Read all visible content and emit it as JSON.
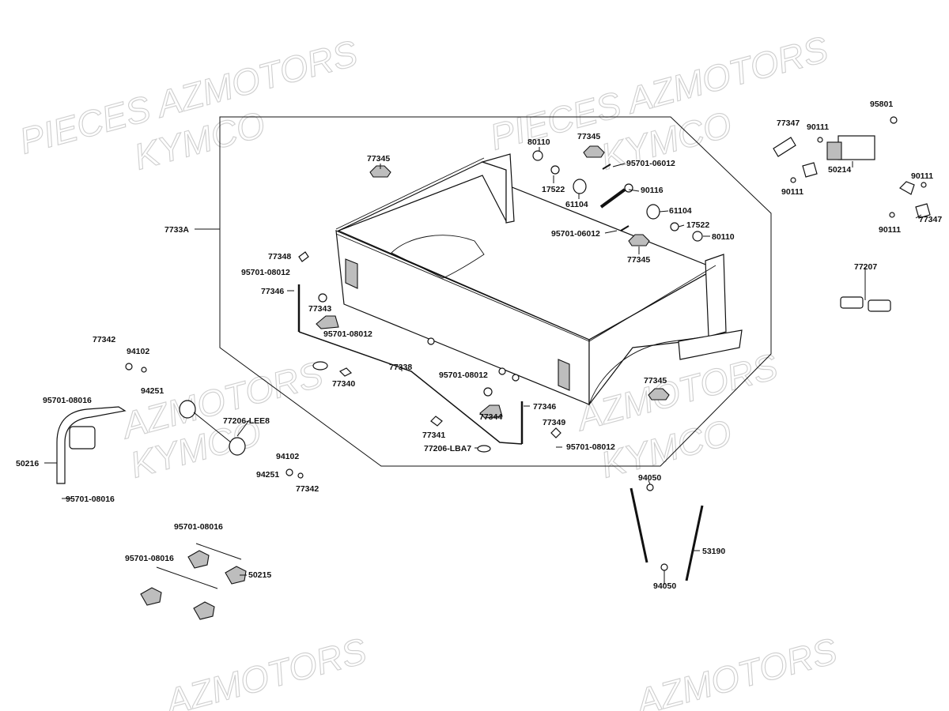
{
  "watermarks": [
    "PIECES AZMOTORS",
    "KYMCO",
    "PIECES AZMOTORS",
    "KYMCO",
    "AZMOTORS",
    "KYMCO",
    "AZMOTORS",
    "KYMCO",
    "AZMOTORS",
    "AZMOTORS"
  ],
  "labels": {
    "assembly": "7733A",
    "p77345_a": "77345",
    "p80110_a": "80110",
    "p77345_b": "77345",
    "p95701_06012_a": "95701-06012",
    "p17522_a": "17522",
    "p61104_a": "61104",
    "p90116": "90116",
    "p61104_b": "61104",
    "p95701_06012_b": "95701-06012",
    "p17522_b": "17522",
    "p80110_b": "80110",
    "p77345_c": "77345",
    "p77348": "77348",
    "p95701_08012_a": "95701-08012",
    "p77346_a": "77346",
    "p77343": "77343",
    "p95701_08012_b": "95701-08012",
    "p77338": "77338",
    "p77340": "77340",
    "p95701_08012_c": "95701-08012",
    "p77344": "77344",
    "p77346_b": "77346",
    "p77345_d": "77345",
    "p77349": "77349",
    "p77341": "77341",
    "p77206_lba7": "77206-LBA7",
    "p95701_08012_d": "95701-08012",
    "p77342_a": "77342",
    "p94102_a": "94102",
    "p94251_a": "94251",
    "p95701_08016_a": "95701-08016",
    "p77206_lee8": "77206-LEE8",
    "p50216": "50216",
    "p95701_08016_b": "95701-08016",
    "p94102_b": "94102",
    "p94251_b": "94251",
    "p77342_b": "77342",
    "p95701_08016_c": "95701-08016",
    "p95701_08016_d": "95701-08016",
    "p50215": "50215",
    "p77347_a": "77347",
    "p90111_a": "90111",
    "p95801": "95801",
    "p50214": "50214",
    "p90111_b": "90111",
    "p90111_c": "90111",
    "p77347_b": "77347",
    "p90111_d": "90111",
    "p77207": "77207",
    "p94050_a": "94050",
    "p53190": "53190",
    "p94050_b": "94050"
  }
}
